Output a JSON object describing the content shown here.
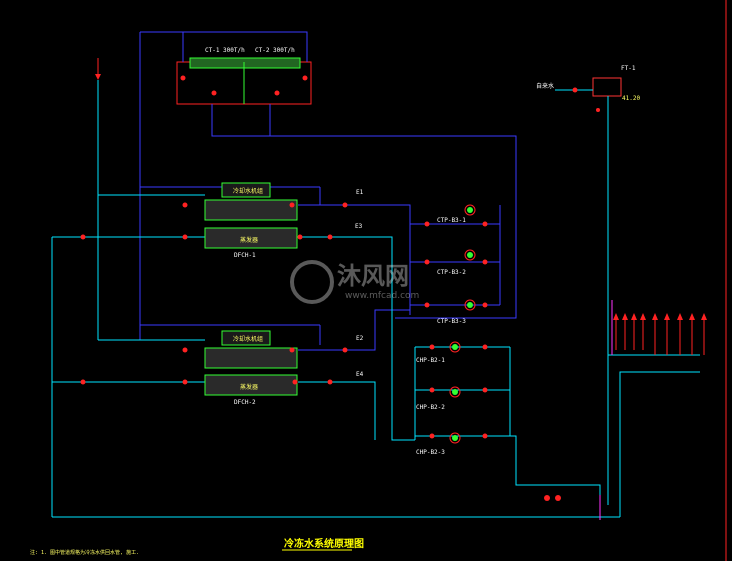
{
  "diagram": {
    "title": "冷冻水系统原理图",
    "note": "注: 1. 图中管道规格为冷冻水供回水管, 施工.",
    "cooling_towers": {
      "ct1": "CT-1 300T/h",
      "ct2": "CT-2 300T/h"
    },
    "expansion_tank": {
      "label": "FT-1",
      "elevation": "41.20",
      "makeup": "自来水"
    },
    "chillers": [
      {
        "id": "DFCH-1",
        "upper": "冷却水机组",
        "lower": "蒸发器"
      },
      {
        "id": "DFCH-2",
        "upper": "冷却水机组",
        "lower": "蒸发器"
      }
    ],
    "branch_markers": [
      "E1",
      "E3",
      "E2",
      "E4"
    ],
    "pumps_upper": [
      "CTP-B3-1",
      "CTP-B3-2",
      "CTP-B3-3"
    ],
    "pumps_lower": [
      "CHP-B2-1",
      "CHP-B2-2",
      "CHP-B2-3"
    ],
    "watermark": {
      "brand": "沐风网",
      "url": "www.mfcad.com"
    }
  }
}
